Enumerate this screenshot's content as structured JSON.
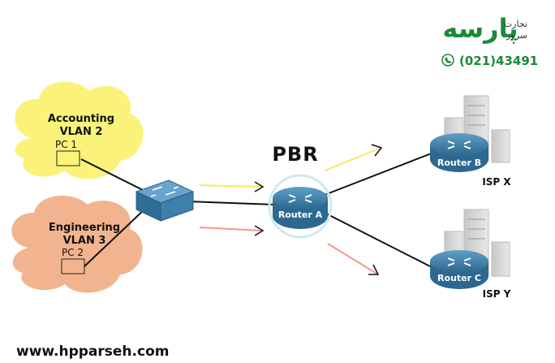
{
  "brand": {
    "logo_text": "پارسه",
    "tagline_top": "تجارت",
    "tagline_bottom": "سرور",
    "phone": "(021)43491",
    "logo_color": "#1a8a3a",
    "phone_color": "#1a8a3a"
  },
  "diagram": {
    "title": "PBR",
    "clouds": [
      {
        "id": "accounting",
        "line1": "Accounting",
        "line2": "VLAN 2",
        "pc": "PC 1",
        "color": "#fbf27a"
      },
      {
        "id": "engineering",
        "line1": "Engineering",
        "line2": "VLAN 3",
        "pc": "PC 2",
        "color": "#f2b48e"
      }
    ],
    "routers": [
      {
        "id": "router-a",
        "label": "Router A"
      },
      {
        "id": "router-b",
        "label": "Router B",
        "isp": "ISP X"
      },
      {
        "id": "router-c",
        "label": "Router C",
        "isp": "ISP Y"
      }
    ],
    "arrow_colors": {
      "accounting": "#f6e95a",
      "engineering": "#f09a8a"
    }
  },
  "footer": {
    "url": "www.hpparseh.com"
  }
}
